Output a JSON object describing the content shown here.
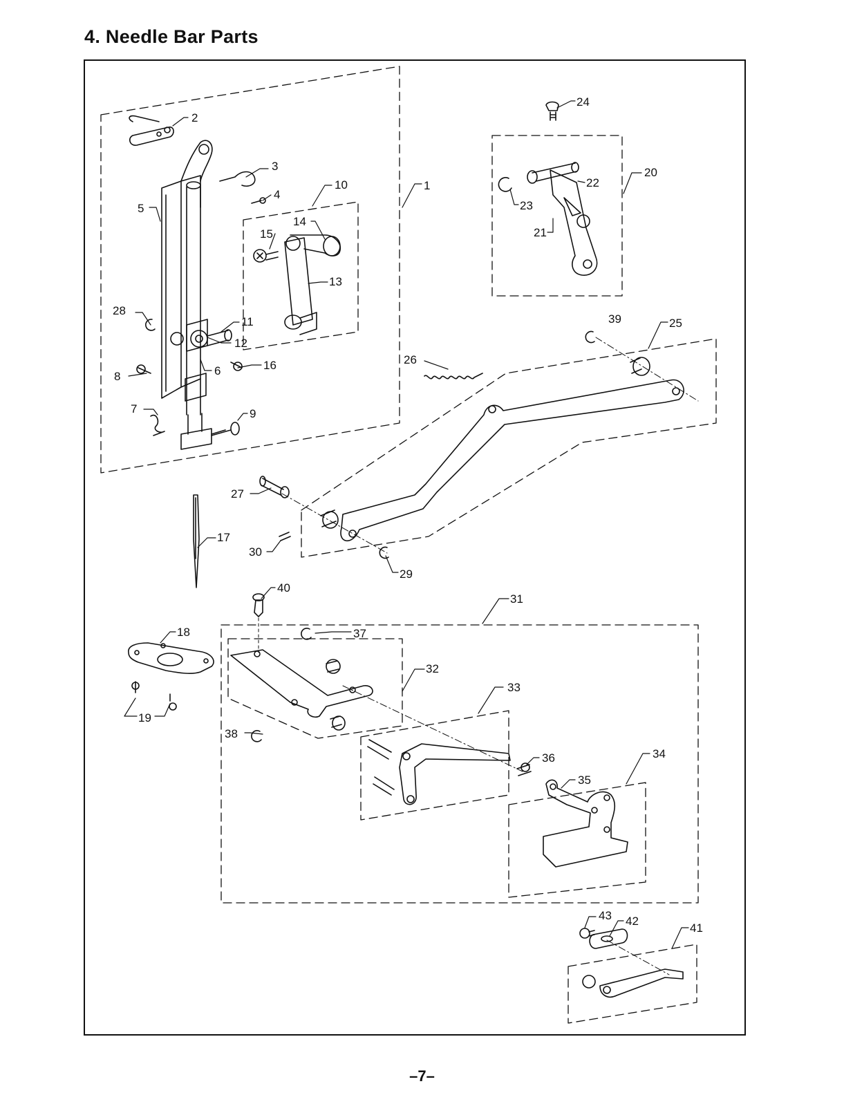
{
  "title": "4. Needle Bar Parts",
  "page_number": "–7–",
  "callouts": [
    {
      "id": "c1",
      "text": "1"
    },
    {
      "id": "c2",
      "text": "2"
    },
    {
      "id": "c3",
      "text": "3"
    },
    {
      "id": "c4",
      "text": "4"
    },
    {
      "id": "c5",
      "text": "5"
    },
    {
      "id": "c6",
      "text": "6"
    },
    {
      "id": "c7",
      "text": "7"
    },
    {
      "id": "c8",
      "text": "8"
    },
    {
      "id": "c9",
      "text": "9"
    },
    {
      "id": "c10",
      "text": "10"
    },
    {
      "id": "c11",
      "text": "11"
    },
    {
      "id": "c12",
      "text": "12"
    },
    {
      "id": "c13",
      "text": "13"
    },
    {
      "id": "c14",
      "text": "14"
    },
    {
      "id": "c15",
      "text": "15"
    },
    {
      "id": "c16",
      "text": "16"
    },
    {
      "id": "c17",
      "text": "17"
    },
    {
      "id": "c18",
      "text": "18"
    },
    {
      "id": "c19",
      "text": "19"
    },
    {
      "id": "c20",
      "text": "20"
    },
    {
      "id": "c21",
      "text": "21"
    },
    {
      "id": "c22",
      "text": "22"
    },
    {
      "id": "c23",
      "text": "23"
    },
    {
      "id": "c24",
      "text": "24"
    },
    {
      "id": "c25",
      "text": "25"
    },
    {
      "id": "c26",
      "text": "26"
    },
    {
      "id": "c27",
      "text": "27"
    },
    {
      "id": "c28",
      "text": "28"
    },
    {
      "id": "c29",
      "text": "29"
    },
    {
      "id": "c30",
      "text": "30"
    },
    {
      "id": "c31",
      "text": "31"
    },
    {
      "id": "c32",
      "text": "32"
    },
    {
      "id": "c33",
      "text": "33"
    },
    {
      "id": "c34",
      "text": "34"
    },
    {
      "id": "c35",
      "text": "35"
    },
    {
      "id": "c36",
      "text": "36"
    },
    {
      "id": "c37",
      "text": "37"
    },
    {
      "id": "c38",
      "text": "38"
    },
    {
      "id": "c39",
      "text": "39"
    },
    {
      "id": "c40",
      "text": "40"
    },
    {
      "id": "c41",
      "text": "41"
    },
    {
      "id": "c42",
      "text": "42"
    },
    {
      "id": "c43",
      "text": "43"
    }
  ]
}
